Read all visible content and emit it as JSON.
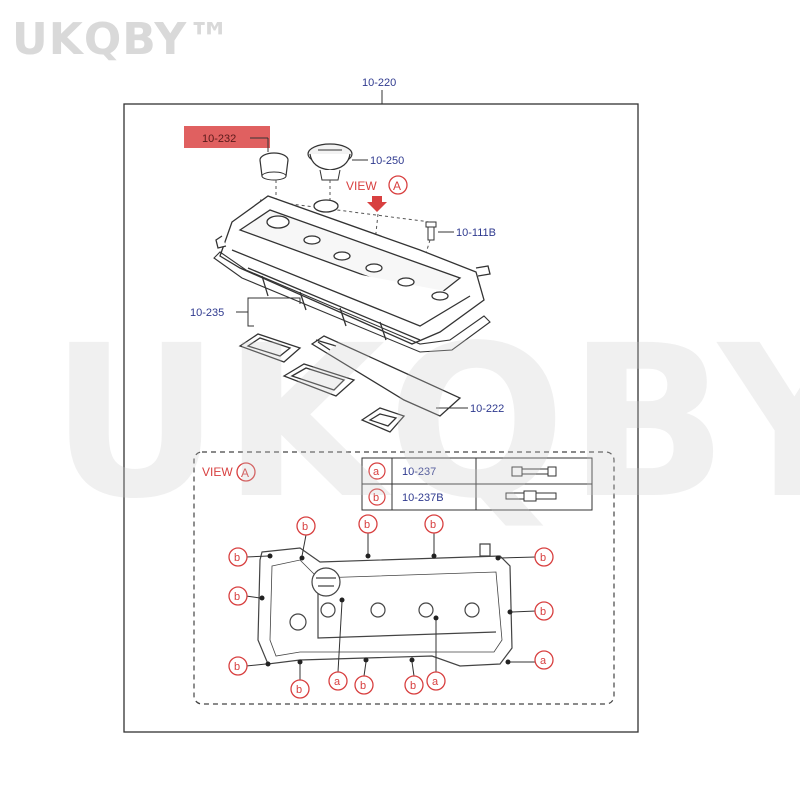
{
  "watermark": {
    "corner": "UKQBY™",
    "center": "UKQBY™"
  },
  "assembly_label": "10-220",
  "parts": {
    "p232": "10-232",
    "p250": "10-250",
    "p111b": "10-111B",
    "p235": "10-235",
    "p222": "10-222"
  },
  "view": {
    "word": "VIEW",
    "letter": "A"
  },
  "legend": [
    {
      "key": "a",
      "part": "10-237"
    },
    {
      "key": "b",
      "part": "10-237B"
    }
  ],
  "callouts": {
    "b": "b",
    "a": "a"
  },
  "colors": {
    "highlight": "#e06060",
    "label": "#2f3a8f",
    "callout": "#d84040"
  }
}
